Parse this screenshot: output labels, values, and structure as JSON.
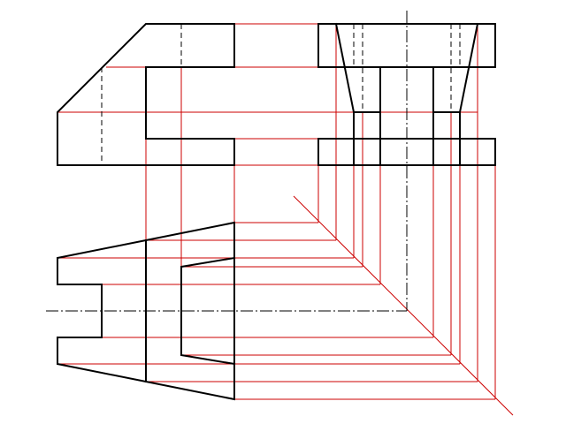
{
  "drawing": {
    "kind": "orthographic-projection",
    "views": [
      "front",
      "side",
      "top"
    ],
    "colors": {
      "outline": "#000000",
      "projection_lines": "#cc0000",
      "hidden_lines": "#000000",
      "center_lines": "#000000",
      "background": "#ffffff"
    }
  }
}
